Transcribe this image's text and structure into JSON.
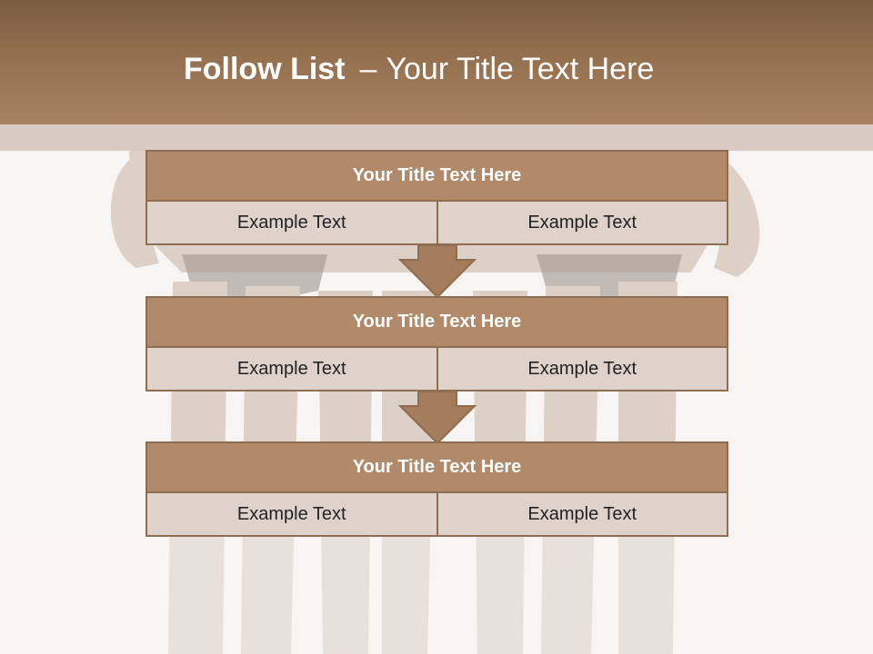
{
  "header": {
    "title_bold": "Follow List",
    "title_sep": "–",
    "title_rest": "Your Title Text Here"
  },
  "list": {
    "boxes": [
      {
        "title": "Your Title Text Here",
        "items": [
          "Example Text",
          "Example Text"
        ]
      },
      {
        "title": "Your Title Text Here",
        "items": [
          "Example Text",
          "Example Text"
        ]
      },
      {
        "title": "Your Title Text Here",
        "items": [
          "Example Text",
          "Example Text"
        ]
      }
    ]
  },
  "colors": {
    "header": "#94704f",
    "box_title": "#b08a6a",
    "box_cell": "#ded2ca",
    "border": "#8f6d52"
  }
}
